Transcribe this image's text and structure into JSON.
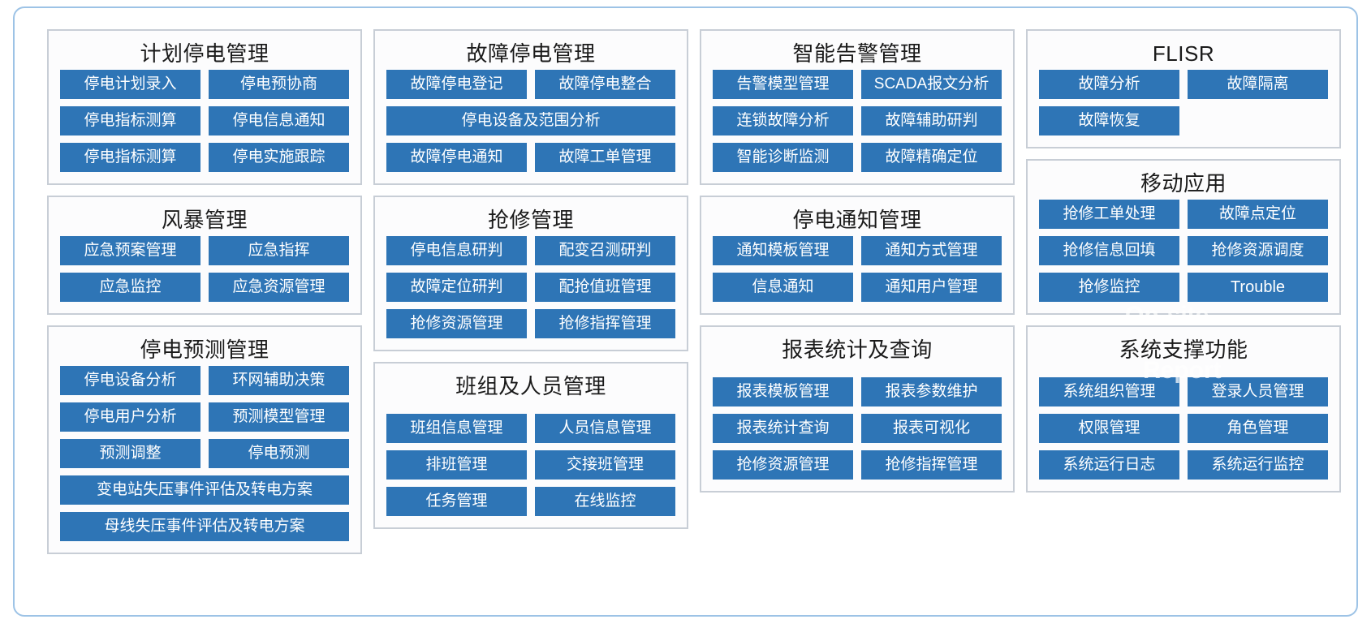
{
  "frame": {
    "accent_border": "#9dc3e6",
    "panel_border": "#c8ced6",
    "button_color": "#2e75b6",
    "button_text": "#ffffff"
  },
  "overlay": {
    "line1": "On-site",
    "line2": "Report"
  },
  "panels": {
    "planned_outage": {
      "title": "计划停电管理",
      "rows": [
        [
          "停电计划录入",
          "停电预协商"
        ],
        [
          "停电指标测算",
          "停电信息通知"
        ],
        [
          "停电指标测算",
          "停电实施跟踪"
        ]
      ]
    },
    "storm": {
      "title": "风暴管理",
      "rows": [
        [
          "应急预案管理",
          "应急指挥"
        ],
        [
          "应急监控",
          "应急资源管理"
        ]
      ]
    },
    "outage_forecast": {
      "title": "停电预测管理",
      "rows": [
        [
          "停电设备分析",
          "环网辅助决策"
        ],
        [
          "停电用户分析",
          "预测模型管理"
        ],
        [
          "预测调整",
          "停电预测"
        ]
      ],
      "wide": [
        "变电站失压事件评估及转电方案",
        "母线失压事件评估及转电方案"
      ]
    },
    "fault_outage": {
      "title": "故障停电管理",
      "rows": [
        [
          "故障停电登记",
          "故障停电整合"
        ]
      ],
      "wide_mid": "停电设备及范围分析",
      "rows2": [
        [
          "故障停电通知",
          "故障工单管理"
        ]
      ]
    },
    "repair": {
      "title": "抢修管理",
      "rows": [
        [
          "停电信息研判",
          "配变召测研判"
        ],
        [
          "故障定位研判",
          "配抢值班管理"
        ],
        [
          "抢修资源管理",
          "抢修指挥管理"
        ]
      ]
    },
    "team_personnel": {
      "title": "班组及人员管理",
      "rows": [
        [
          "班组信息管理",
          "人员信息管理"
        ],
        [
          "排班管理",
          "交接班管理"
        ],
        [
          "任务管理",
          "在线监控"
        ]
      ]
    },
    "smart_alarm": {
      "title": "智能告警管理",
      "rows": [
        [
          "告警模型管理",
          "SCADA报文分析"
        ],
        [
          "连锁故障分析",
          "故障辅助研判"
        ],
        [
          "智能诊断监测",
          "故障精确定位"
        ]
      ]
    },
    "outage_notice": {
      "title": "停电通知管理",
      "rows": [
        [
          "通知模板管理",
          "通知方式管理"
        ],
        [
          "信息通知",
          "通知用户管理"
        ]
      ]
    },
    "report_stats": {
      "title": "报表统计及查询",
      "rows": [
        [
          "报表模板管理",
          "报表参数维护"
        ],
        [
          "报表统计查询",
          "报表可视化"
        ],
        [
          "抢修资源管理",
          "抢修指挥管理"
        ]
      ]
    },
    "flisr": {
      "title": "FLISR",
      "rows": [
        [
          "故障分析",
          "故障隔离"
        ],
        [
          "故障恢复",
          ""
        ]
      ]
    },
    "mobile_app": {
      "title": "移动应用",
      "rows": [
        [
          "抢修工单处理",
          "故障点定位"
        ],
        [
          "抢修信息回填",
          "抢修资源调度"
        ],
        [
          "抢修监控",
          "Trouble"
        ]
      ]
    },
    "system_support": {
      "title": "系统支撑功能",
      "rows": [
        [
          "系统组织管理",
          "登录人员管理"
        ],
        [
          "权限管理",
          "角色管理"
        ],
        [
          "系统运行日志",
          "系统运行监控"
        ]
      ]
    }
  }
}
